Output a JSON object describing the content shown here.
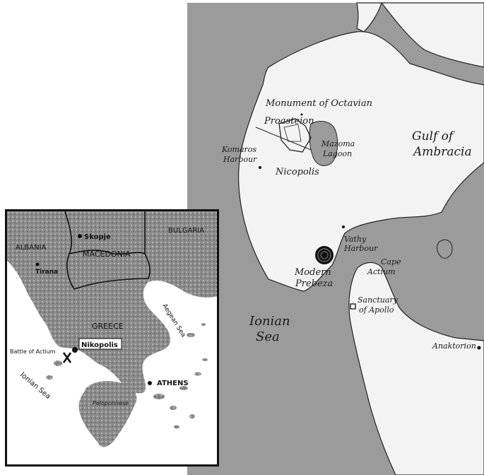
{
  "main_map": {
    "labels": {
      "monument": "Monument of Octavian",
      "proasteion": "Proasteion",
      "mazoma": "Mazoma",
      "lagoon": "Lagoon",
      "gulf_line1": "Gulf of",
      "gulf_line2": "Ambracia",
      "komaros": "Komaros",
      "harbour1": "Harbour",
      "nicopolis": "Nicopolis",
      "vathy": "Vathy",
      "harbour2": "Harbour",
      "cape": "Cape",
      "actium": "Actium",
      "modern": "Modern",
      "prebeza": "Prebeza",
      "sanctuary": "Sanctuary",
      "of_apollo": "of Apollo",
      "ionian": "Ionian",
      "sea": "Sea",
      "anaktorion": "Anaktorion"
    }
  },
  "inset_map": {
    "labels": {
      "albania": "ALBANIA",
      "skopje": "Skopje",
      "bulgaria": "BULGARIA",
      "macedonia": "MACEDONIA",
      "tirana": "Tirana",
      "greece": "GREECE",
      "nikopolis": "Nikopolis",
      "battle": "Battle of Actium",
      "aegean": "Aegean Sea",
      "athens": "ATHENS",
      "ionian": "Ionian Sea",
      "peloponnese": "Peloponnese"
    }
  },
  "colors": {
    "sea_main": "#9b9b9b",
    "land_main": "#f3f3f3",
    "inset_land": "#8a8a8a",
    "inset_sea": "#ffffff"
  }
}
